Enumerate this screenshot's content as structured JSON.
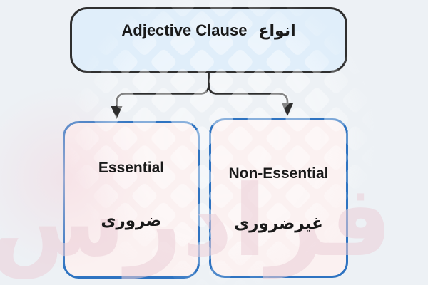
{
  "diagram": {
    "title_node": {
      "label_en": "Adjective Clause",
      "label_fa": "انواع"
    },
    "children": [
      {
        "label_en": "Essential",
        "label_fa": "ضروری"
      },
      {
        "label_en": "Non-Essential",
        "label_fa": "غیرضروری"
      }
    ]
  },
  "watermark": {
    "brand_text": "فرادرس"
  },
  "colors": {
    "background": "#edf1f5",
    "root_fill": "#e0eefa",
    "root_border": "#2f2f2f",
    "child_fill": "#fbf1f1",
    "child_border": "#2e73c1",
    "arrow": "#2d2d2d",
    "text": "#1a1a1a",
    "watermark_pink": "#eccfd8"
  }
}
